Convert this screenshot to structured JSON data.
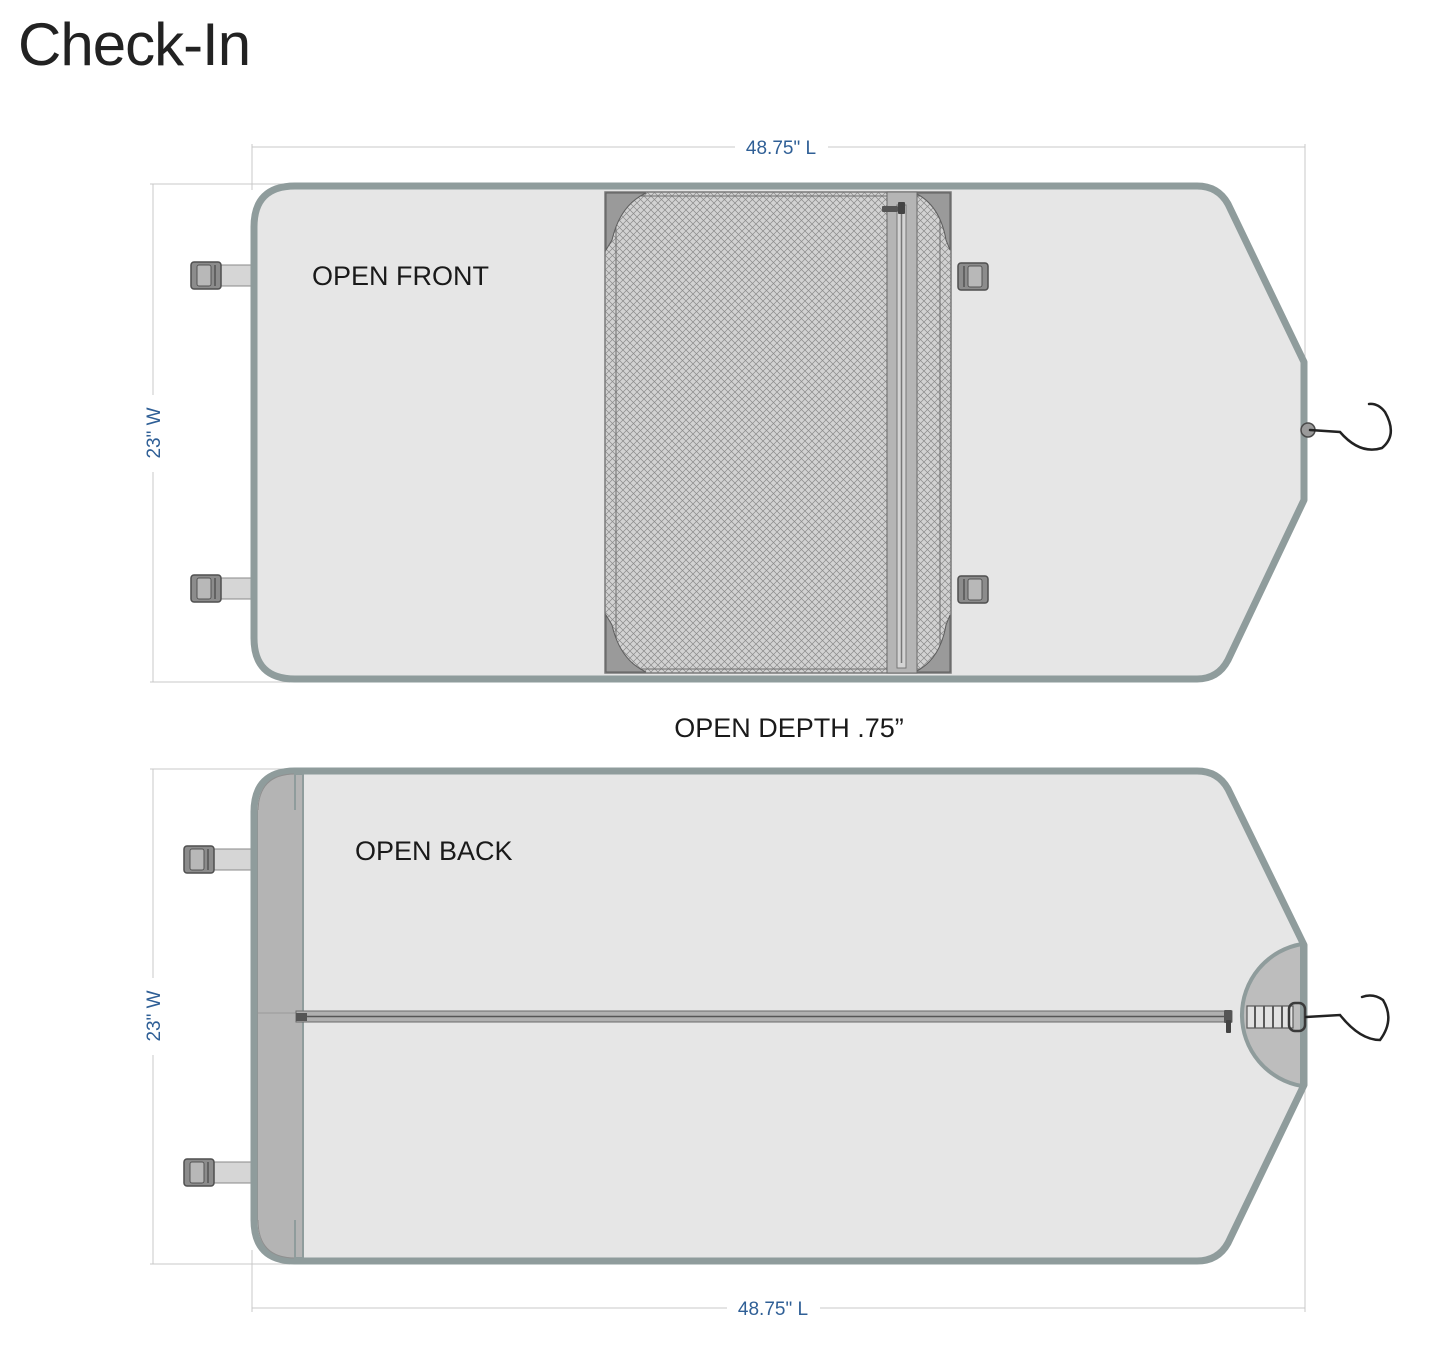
{
  "title": "Check-In",
  "front": {
    "label": "OPEN FRONT",
    "length_label": "48.75\" L",
    "width_label": "23\" W"
  },
  "depth_label": "OPEN DEPTH .75”",
  "back": {
    "label": "OPEN BACK",
    "length_label": "48.75\" L",
    "width_label": "23\" W"
  },
  "colors": {
    "body_fill": "#e6e6e6",
    "outline": "#8f9c9c",
    "binding": "#b4b4b4",
    "mesh": "#cfcfcf",
    "dimension_text": "#2f5f96",
    "label_text": "#1a1a1a"
  },
  "icons": [
    "buckle-icon",
    "hanger-hook-icon",
    "zipper-icon"
  ]
}
